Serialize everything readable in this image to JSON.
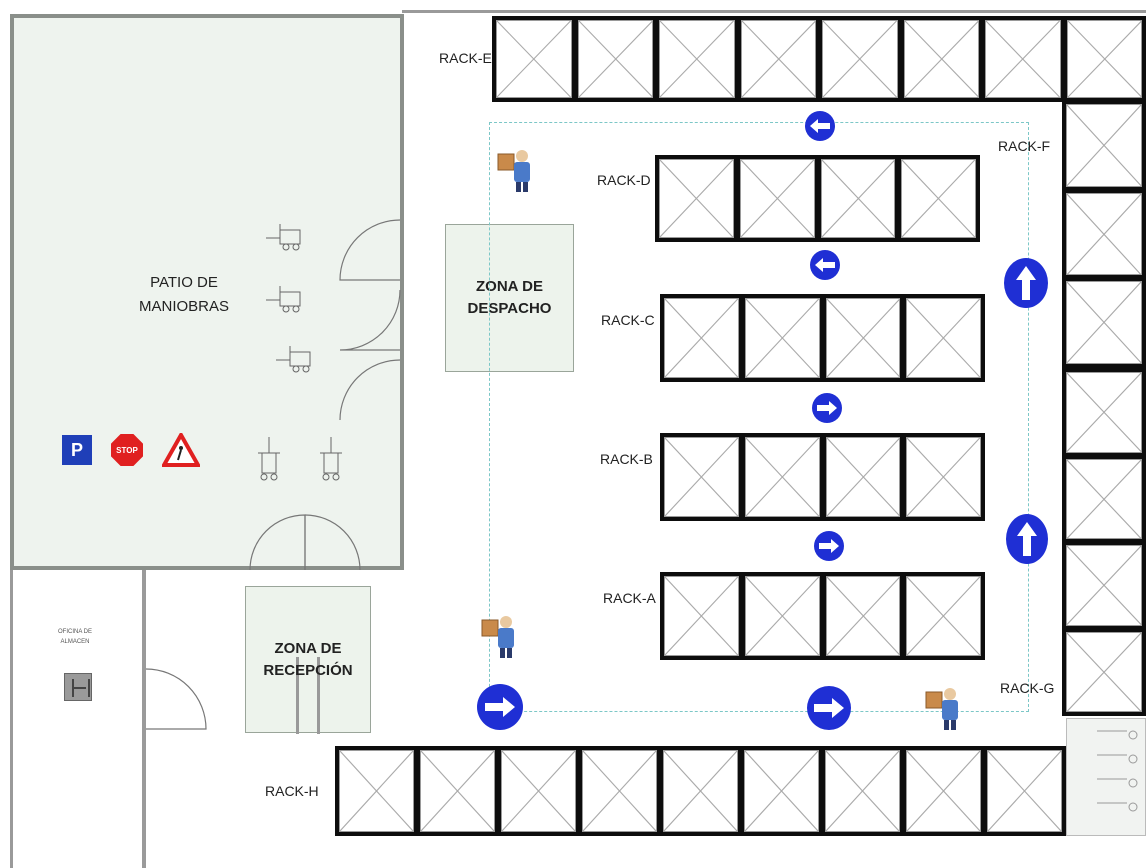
{
  "zones": {
    "patio": {
      "line1": "PATIO DE",
      "line2": "MANIOBRAS"
    },
    "despacho": {
      "line1": "ZONA DE",
      "line2": "DESPACHO"
    },
    "recepcion": {
      "line1": "ZONA DE",
      "line2": "RECEPCIÓN"
    },
    "oficina": {
      "line1": "OFICINA DE",
      "line2": "ALMACEN"
    }
  },
  "racks": {
    "E": {
      "label": "RACK-E",
      "bays": 8
    },
    "D": {
      "label": "RACK-D",
      "bays": 4
    },
    "C": {
      "label": "RACK-C",
      "bays": 4
    },
    "B": {
      "label": "RACK-B",
      "bays": 4
    },
    "A": {
      "label": "RACK-A",
      "bays": 4
    },
    "F": {
      "label": "RACK-F",
      "bays": 3
    },
    "G": {
      "label": "RACK-G",
      "bays": 4
    },
    "H": {
      "label": "RACK-H",
      "bays": 9
    }
  },
  "signs": {
    "parking": "P",
    "stop": "STOP"
  },
  "icons": [
    "forklift-icon",
    "parking-sign-icon",
    "stop-sign-icon",
    "warning-sign-icon",
    "worker-icon",
    "arrow-left-icon",
    "arrow-right-icon",
    "arrow-up-icon"
  ],
  "colors": {
    "arrow": "#1f2fd4",
    "rack": "#0d0d0d",
    "zone": "#edf3ec",
    "route": "#7cc7c7"
  }
}
